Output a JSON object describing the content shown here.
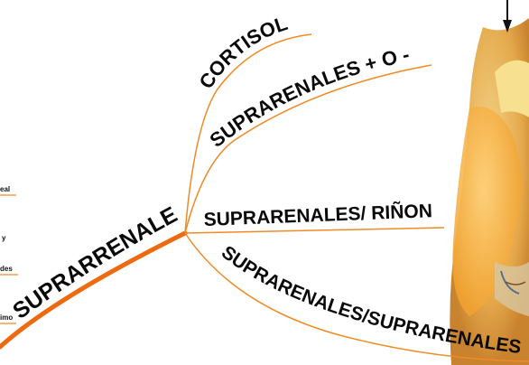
{
  "diagram": {
    "central_node": "SUPRARRENALES",
    "branches": [
      {
        "label": "CORTISOL"
      },
      {
        "label": "SUPRARENALES + O -"
      },
      {
        "label": "SUPRARENALES/ RIÑON"
      },
      {
        "label": "SUPRARENALES/SUPRARENALES"
      }
    ],
    "left_cut_labels": [
      "eal",
      "y",
      "des",
      "imo"
    ]
  },
  "colors": {
    "branch_line": "#f08a24",
    "central_line": "#ee6a10",
    "text": "#0a0a0a"
  },
  "icons": [
    "adrenal-gland-illustration-icon",
    "arrow-down-icon"
  ]
}
